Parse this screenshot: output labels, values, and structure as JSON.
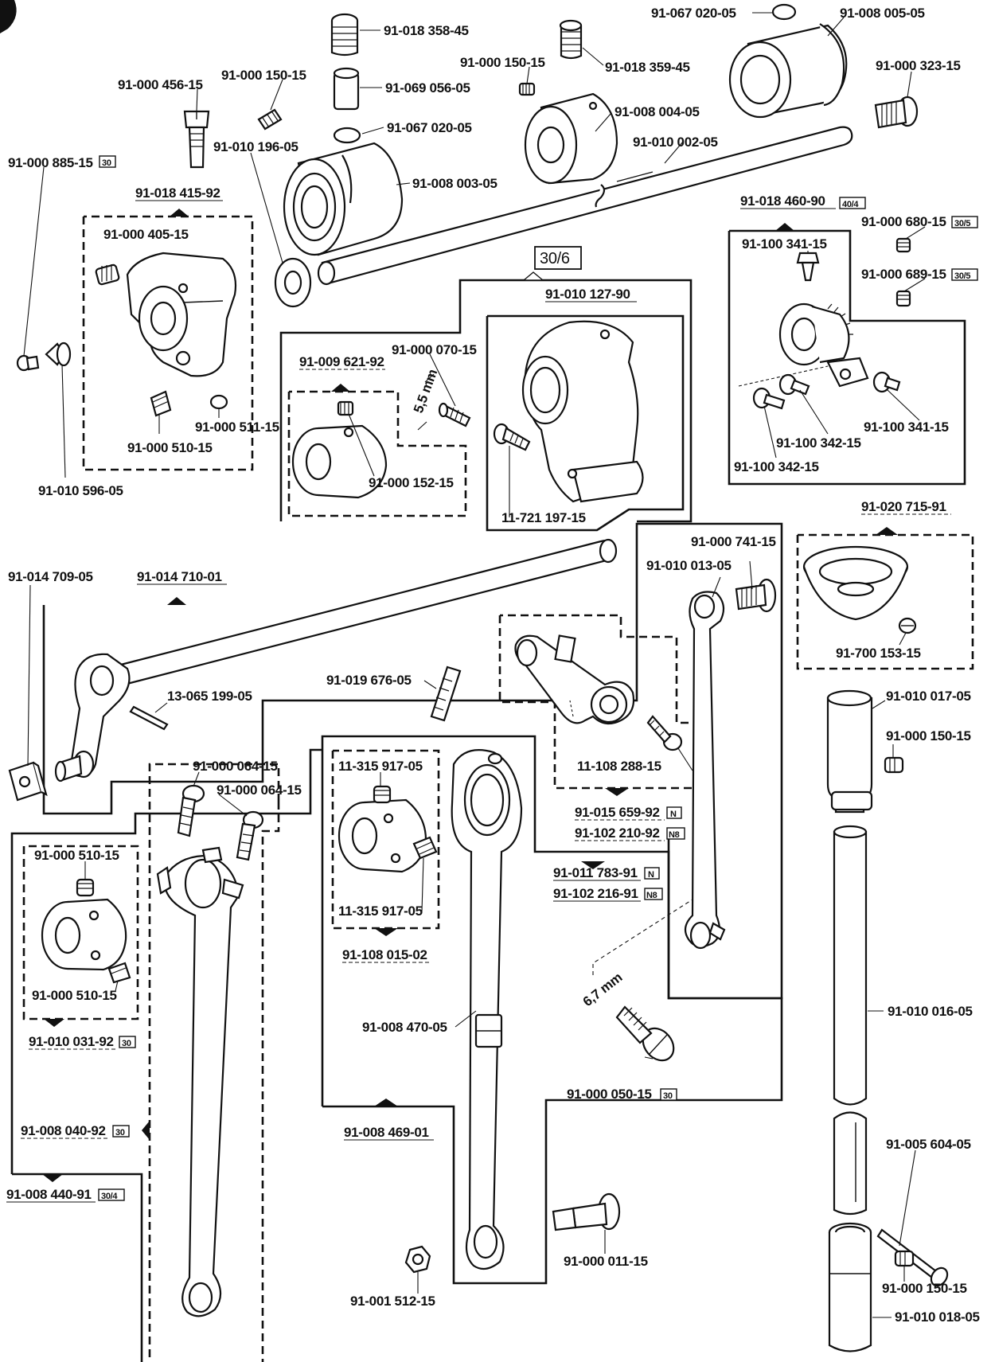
{
  "labels": {
    "l1": "91-067 020-05",
    "l2": "91-008 005-05",
    "l3": "91-018 358-45",
    "l4": "91-000 150-15",
    "l5": "91-018 359-45",
    "l6": "91-000 323-15",
    "l7": "91-000 456-15",
    "l8": "91-000 150-15",
    "l9": "91-069 056-05",
    "l10": "91-008 004-05",
    "l11": "91-067 020-05",
    "l12": "91-010 002-05",
    "l13": "91-010 196-05",
    "l14": "91-000 885-15",
    "l15": "91-008 003-05",
    "l16": "91-018 415-92",
    "l17": "91-018 460-90",
    "l18": "91-000 680-15",
    "l19": "91-000 405-15",
    "l20": "91-100 341-15",
    "l21": "91-000 689-15",
    "l22": "30/6",
    "l23": "91-010 127-90",
    "l24": "91-000 070-15",
    "l25": "91-009 621-92",
    "l26": "5,5 mm",
    "l27": "91-000 511-15",
    "l28": "91-000 510-15",
    "l29": "91-100 341-15",
    "l30": "91-100 342-15",
    "l31": "91-000 152-15",
    "l32": "91-100 342-15",
    "l33": "91-010 596-05",
    "l34": "11-721 197-15",
    "l35": "91-020 715-91",
    "l36": "91-000 741-15",
    "l37": "91-010 013-05",
    "l38": "91-014 709-05",
    "l39": "91-014 710-01",
    "l40": "91-700 153-15",
    "l41": "91-019 676-05",
    "l42": "13-065 199-05",
    "l43": "91-010 017-05",
    "l44": "91-000 150-15",
    "l45": "11-108 288-15",
    "l46": "91-000 064-15",
    "l47": "91-000 064-15",
    "l48": "11-315 917-05",
    "l49": "91-015 659-92",
    "l50": "91-102 210-92",
    "l51": "91-000 510-15",
    "l52": "91-011 783-91",
    "l53": "91-102 216-91",
    "l54": "11-315 917-05",
    "l55": "91-000 510-15",
    "l56": "91-108 015-02",
    "l57": "6,7 mm",
    "l58": "91-010 031-92",
    "l59": "91-008 470-05",
    "l60": "91-010 016-05",
    "l61": "91-000 050-15",
    "l62": "91-008 040-92",
    "l63": "91-008 469-01",
    "l64": "91-008 440-91",
    "l65": "91-005 604-05",
    "l66": "91-000 011-15",
    "l67": "91-001 512-15",
    "l68": "91-000 150-15",
    "l69": "91-010 018-05"
  },
  "tags": {
    "t14": "30",
    "t17": "40/4",
    "t18": "30/5",
    "t21": "30/5",
    "t49": "N",
    "t50": "N8",
    "t52": "N",
    "t53": "N8",
    "t58": "30",
    "t61": "30",
    "t62": "30",
    "t64": "30/4"
  }
}
